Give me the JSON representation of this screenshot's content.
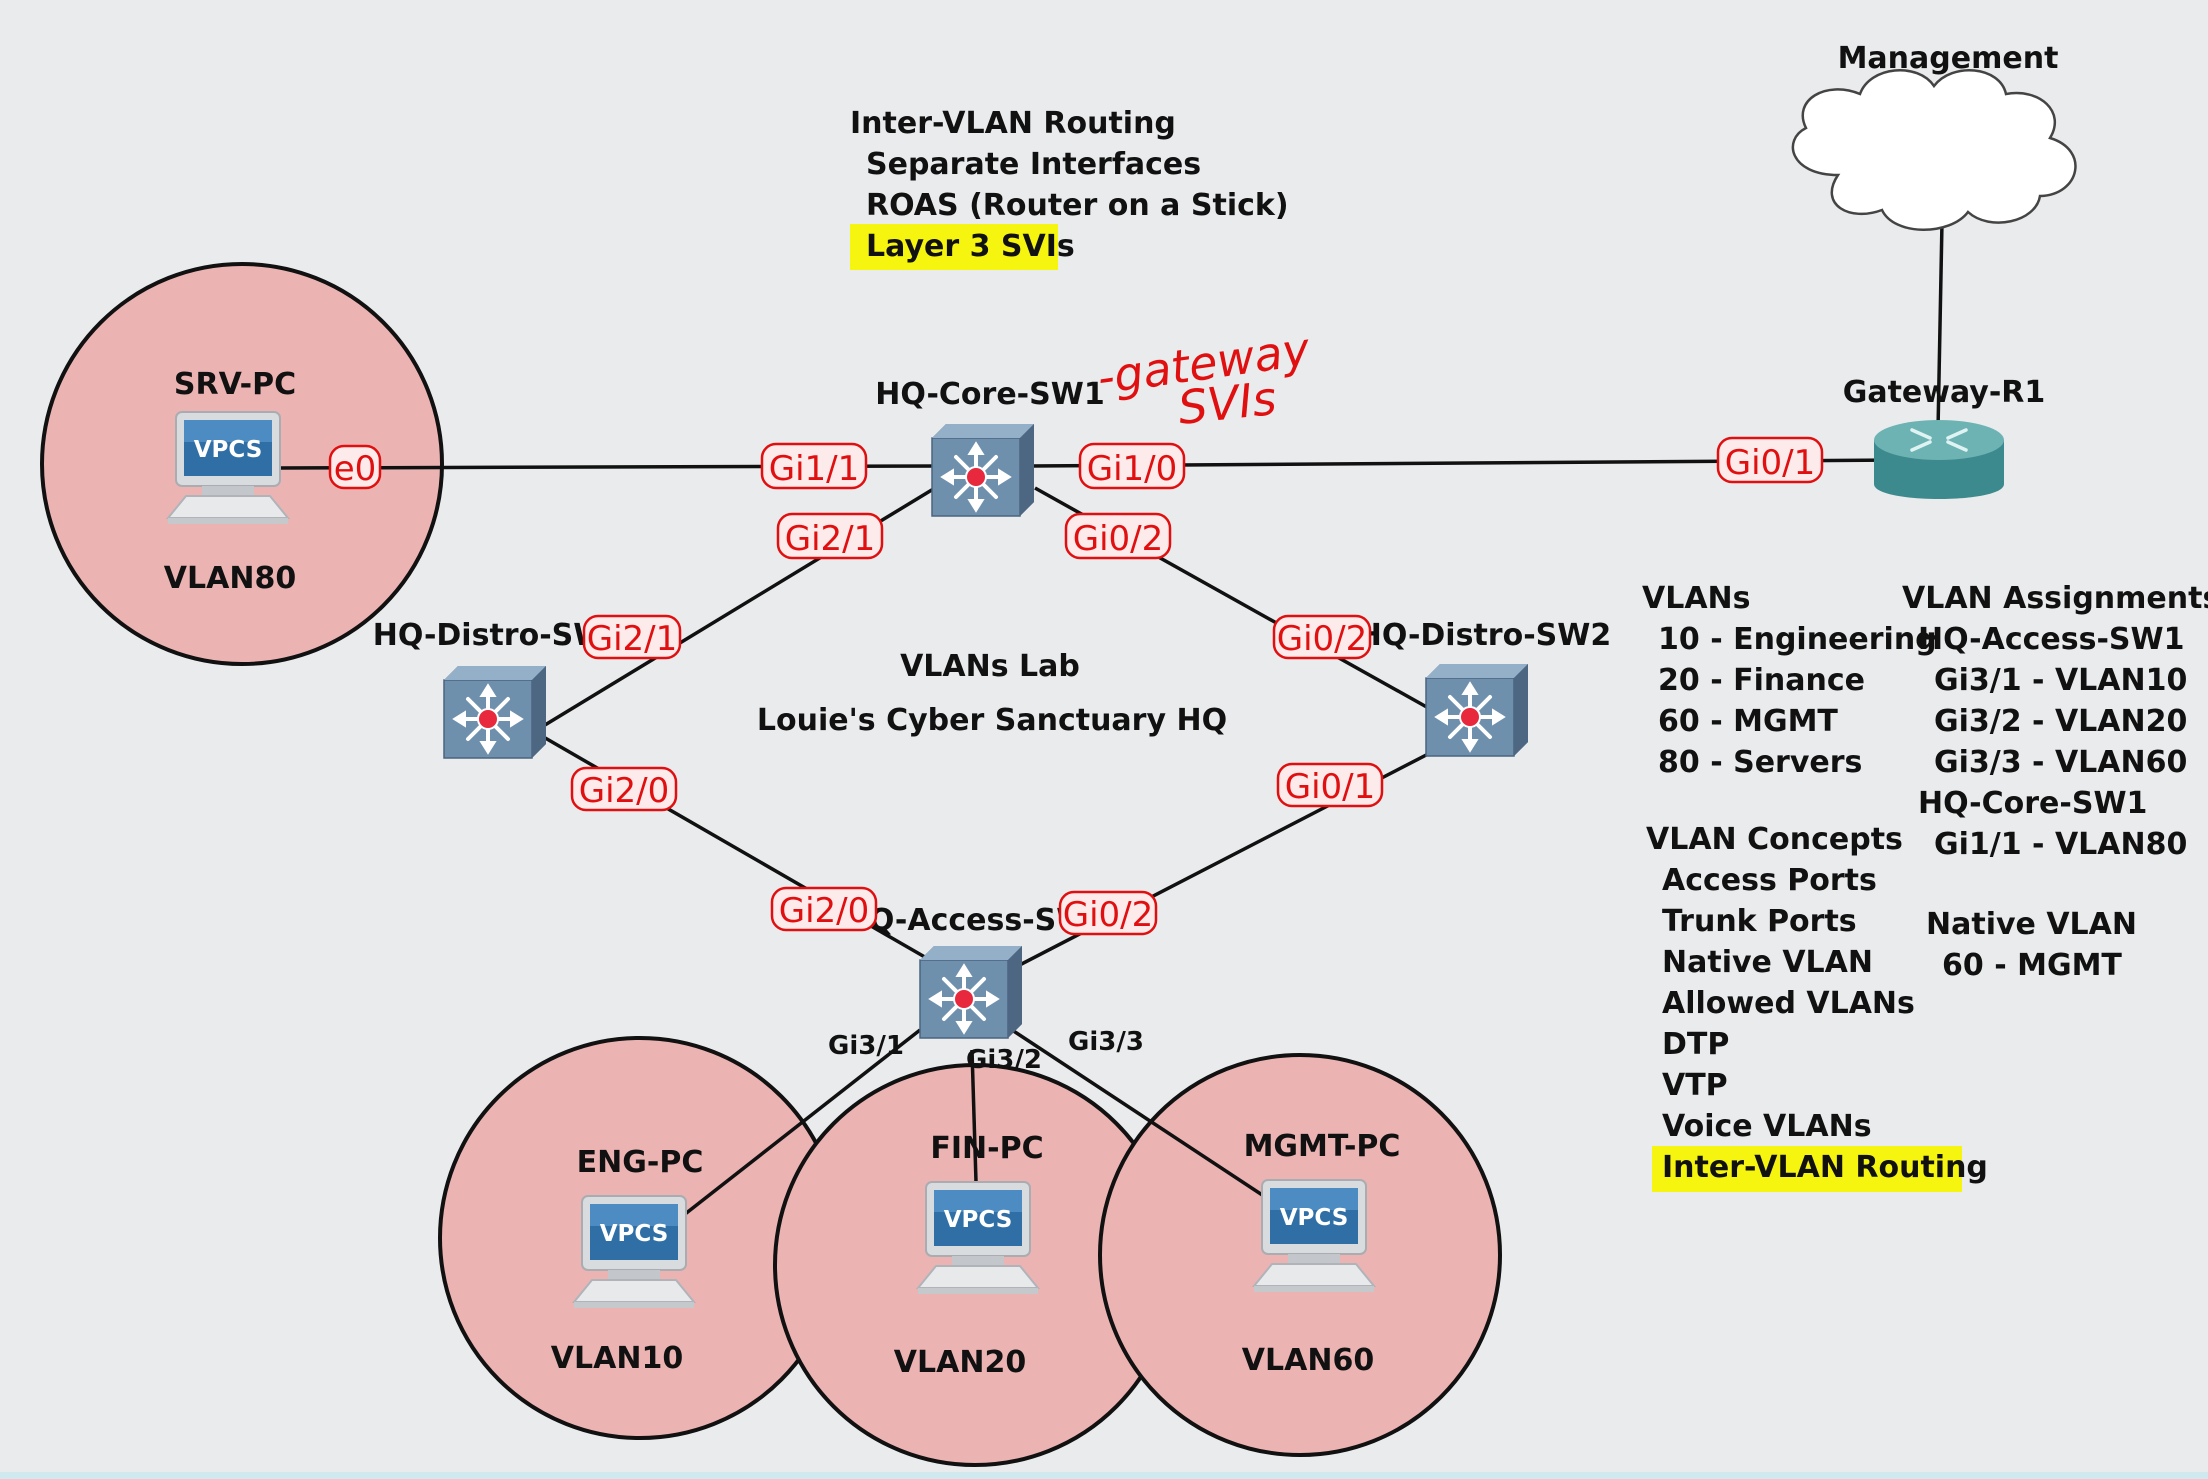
{
  "notes": {
    "routing_title": "Inter-VLAN Routing",
    "routing_items": [
      "Separate Interfaces",
      "ROAS (Router on a Stick)",
      "Layer 3 SVIs"
    ],
    "lab_title": "VLANs Lab",
    "lab_subtitle": "Louie's Cyber Sanctuary HQ",
    "handwritten_1": "-gateway",
    "handwritten_2": "SVIs"
  },
  "cloud": {
    "label": "Management"
  },
  "devices": {
    "core": "HQ-Core-SW1",
    "distro1": "HQ-Distro-SW1",
    "distro2": "HQ-Distro-SW2",
    "access": "HQ-Access-SW1",
    "router": "Gateway-R1",
    "srv_pc": "SRV-PC",
    "eng_pc": "ENG-PC",
    "fin_pc": "FIN-PC",
    "mgmt_pc": "MGMT-PC",
    "vpcs": "VPCS"
  },
  "zones": {
    "srv": "VLAN80",
    "eng": "VLAN10",
    "fin": "VLAN20",
    "mgmt": "VLAN60"
  },
  "ports": {
    "srv_e0": "e0",
    "core_gi11": "Gi1/1",
    "core_gi10": "Gi1/0",
    "r1_gi01": "Gi0/1",
    "core_gi21": "Gi2/1",
    "core_gi02": "Gi0/2",
    "d1_gi21": "Gi2/1",
    "d2_gi02": "Gi0/2",
    "d1_gi20": "Gi2/0",
    "d2_gi01": "Gi0/1",
    "acc_gi20": "Gi2/0",
    "acc_gi02": "Gi0/2",
    "acc_gi31": "Gi3/1",
    "acc_gi32": "Gi3/2",
    "acc_gi33": "Gi3/3"
  },
  "vlans": {
    "title": "VLANs",
    "items": [
      "10 - Engineering",
      "20 - Finance",
      "60 - MGMT",
      "80 - Servers"
    ]
  },
  "concepts": {
    "title": "VLAN Concepts",
    "items": [
      "Access Ports",
      "Trunk Ports",
      "Native VLAN",
      "Allowed VLANs",
      "DTP",
      "VTP",
      "Voice VLANs",
      "Inter-VLAN Routing"
    ]
  },
  "assignments": {
    "title": "VLAN Assignments",
    "switch1": "HQ-Access-SW1",
    "switch1_items": [
      "Gi3/1 - VLAN10",
      "Gi3/2 - VLAN20",
      "Gi3/3 - VLAN60"
    ],
    "switch2": "HQ-Core-SW1",
    "switch2_items": [
      "Gi1/1 - VLAN80"
    ]
  },
  "native": {
    "title": "Native VLAN",
    "value": "60 - MGMT"
  },
  "colors": {
    "zone_fill": "#ecb3b3",
    "highlight": "#f5f50f",
    "port_red": "#e01010",
    "switch_blue": "#6d8eab"
  }
}
